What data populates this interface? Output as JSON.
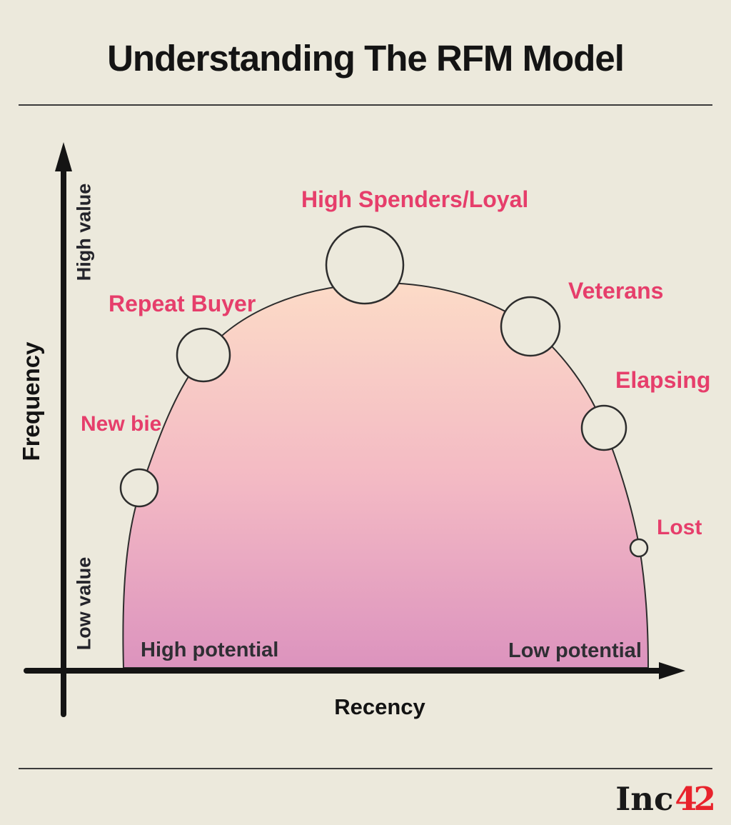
{
  "title": "Understanding The RFM Model",
  "colors": {
    "background": "#ece9dc",
    "accent_pink": "#e63e6b",
    "dome_top": "#fcdbc7",
    "dome_mid": "#f3b9c4",
    "dome_bottom": "#dc93be",
    "axis_black": "#141414",
    "circle_fill": "#ece9dc",
    "circle_stroke": "#2d2d2d",
    "logo_red": "#e8232c"
  },
  "axes": {
    "y_label": "Frequency",
    "x_label": "Recency",
    "y_high": "High value",
    "y_low": "Low value",
    "x_high": "High potential",
    "x_low": "Low potential"
  },
  "segments": [
    {
      "label": "High Spenders/Loyal"
    },
    {
      "label": "Repeat Buyer"
    },
    {
      "label": "New bie"
    },
    {
      "label": "Veterans"
    },
    {
      "label": "Elapsing"
    },
    {
      "label": "Lost"
    }
  ],
  "logo": {
    "text_black": "Inc",
    "text_red": "42"
  }
}
